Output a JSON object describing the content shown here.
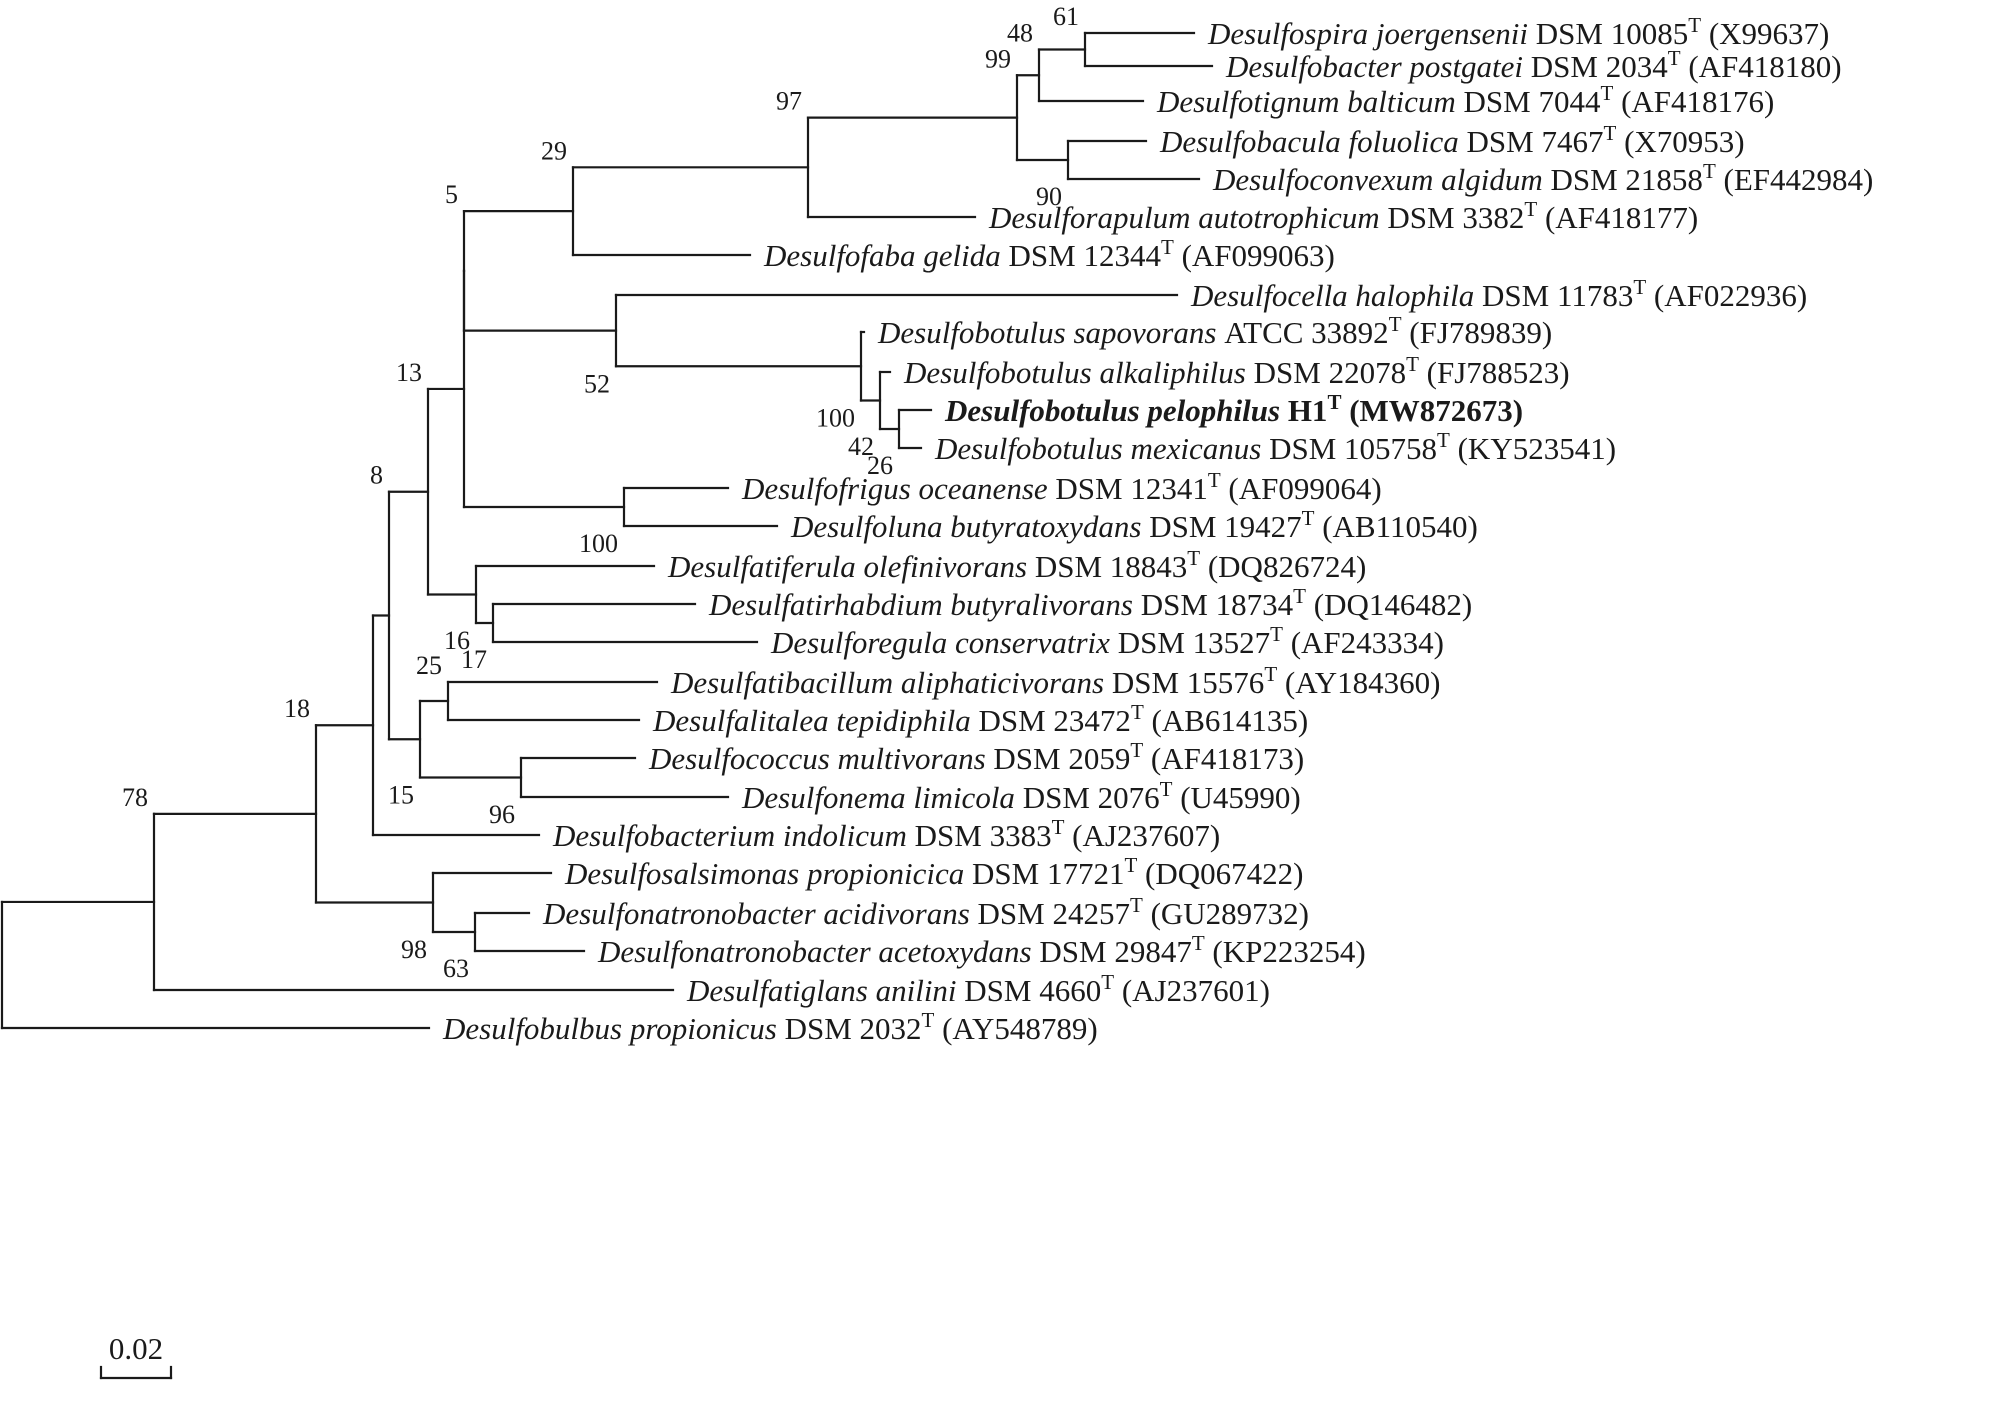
{
  "taxa": [
    {
      "genus_species": "Desulfospira joergensenii",
      "strain": "DSM 10085",
      "sup": "T",
      "accession": "(X99637)"
    },
    {
      "genus_species": "Desulfobacter postgatei",
      "strain": "DSM 2034",
      "sup": "T",
      "accession": "(AF418180)"
    },
    {
      "genus_species": "Desulfotignum balticum",
      "strain": "DSM 7044",
      "sup": "T",
      "accession": "(AF418176)"
    },
    {
      "genus_species": "Desulfobacula foluolica",
      "strain": "DSM 7467",
      "sup": "T",
      "accession": "(X70953)"
    },
    {
      "genus_species": "Desulfoconvexum algidum",
      "strain": "DSM 21858",
      "sup": "T",
      "accession": "(EF442984)"
    },
    {
      "genus_species": "Desulforapulum autotrophicum",
      "strain": "DSM 3382",
      "sup": "T",
      "accession": "(AF418177)"
    },
    {
      "genus_species": "Desulfofaba gelida",
      "strain": "DSM 12344",
      "sup": "T",
      "accession": "(AF099063)"
    },
    {
      "genus_species": "Desulfocella halophila",
      "strain": "DSM 11783",
      "sup": "T",
      "accession": "(AF022936)"
    },
    {
      "genus_species": "Desulfobotulus sapovorans",
      "strain": "ATCC 33892",
      "sup": "T",
      "accession": "(FJ789839)"
    },
    {
      "genus_species": "Desulfobotulus alkaliphilus",
      "strain": "DSM 22078",
      "sup": "T",
      "accession": "(FJ788523)"
    },
    {
      "genus_species": "Desulfobotulus pelophilus",
      "strain": "H1",
      "sup": "T",
      "accession": "(MW872673)"
    },
    {
      "genus_species": "Desulfobotulus mexicanus",
      "strain": "DSM 105758",
      "sup": "T",
      "accession": "(KY523541)"
    },
    {
      "genus_species": "Desulfofrigus oceanense",
      "strain": "DSM 12341",
      "sup": "T",
      "accession": "(AF099064)"
    },
    {
      "genus_species": "Desulfoluna butyratoxydans",
      "strain": "DSM 19427",
      "sup": "T",
      "accession": "(AB110540)"
    },
    {
      "genus_species": "Desulfatiferula olefinivorans",
      "strain": "DSM 18843",
      "sup": "T",
      "accession": "(DQ826724)"
    },
    {
      "genus_species": "Desulfatirhabdium butyralivorans",
      "strain": "DSM 18734",
      "sup": "T",
      "accession": "(DQ146482)"
    },
    {
      "genus_species": "Desulforegula conservatrix",
      "strain": "DSM 13527",
      "sup": "T",
      "accession": "(AF243334)"
    },
    {
      "genus_species": "Desulfatibacillum aliphaticivorans",
      "strain": "DSM 15576",
      "sup": "T",
      "accession": "(AY184360)"
    },
    {
      "genus_species": "Desulfalitalea tepidiphila",
      "strain": "DSM 23472",
      "sup": "T",
      "accession": "(AB614135)"
    },
    {
      "genus_species": "Desulfococcus multivorans",
      "strain": "DSM 2059",
      "sup": "T",
      "accession": "(AF418173)"
    },
    {
      "genus_species": "Desulfonema limicola",
      "strain": "DSM 2076",
      "sup": "T",
      "accession": "(U45990)"
    },
    {
      "genus_species": "Desulfobacterium indolicum",
      "strain": "DSM 3383",
      "sup": "T",
      "accession": "(AJ237607)"
    },
    {
      "genus_species": "Desulfosalsimonas propionicica",
      "strain": "DSM 17721",
      "sup": "T",
      "accession": "(DQ067422)"
    },
    {
      "genus_species": "Desulfonatronobacter acidivorans",
      "strain": "DSM 24257",
      "sup": "T",
      "accession": "(GU289732)"
    },
    {
      "genus_species": "Desulfonatronobacter acetoxydans",
      "strain": "DSM 29847",
      "sup": "T",
      "accession": "(KP223254)"
    },
    {
      "genus_species": "Desulfatiglans anilini",
      "strain": "DSM 4660",
      "sup": "T",
      "accession": "(AJ237601)"
    },
    {
      "genus_species": "Desulfobulbus propionicus",
      "strain": "DSM 2032",
      "sup": "T",
      "accession": "(AY548789)"
    }
  ],
  "highlighted_taxon_index": 10,
  "bootstrap_values": [
    "61",
    "48",
    "99",
    "90",
    "97",
    "29",
    "100",
    "42",
    "26",
    "52",
    "100",
    "5",
    "16",
    "17",
    "25",
    "96",
    "15",
    "13",
    "8",
    "63",
    "98",
    "18",
    "78"
  ],
  "scale_bar": {
    "label": "0.02",
    "distance": 0.02
  },
  "colors": {
    "ink": "#1a1a1a",
    "background": "#ffffff"
  }
}
